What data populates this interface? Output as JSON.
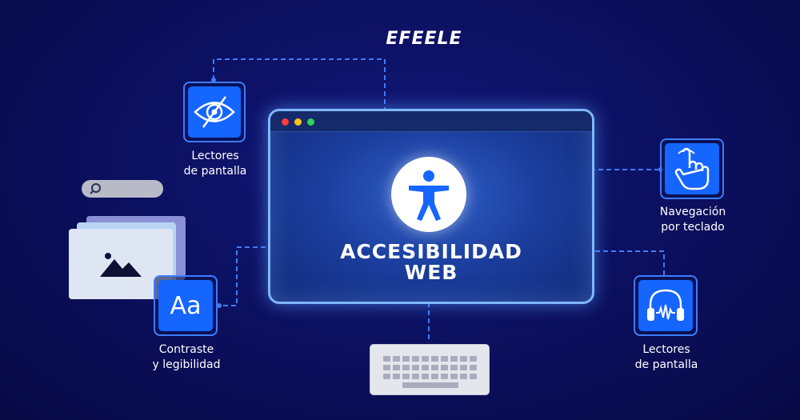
{
  "brand": {
    "logo_text": "EFEELE"
  },
  "center": {
    "title_line1": "ACCESIBILIDAD",
    "title_line2": "WEB",
    "icon": "accessibility-person-icon"
  },
  "nodes": {
    "top_left": {
      "label_line1": "Lectores",
      "label_line2": "de pantalla",
      "icon": "eye-slash-icon"
    },
    "right_top": {
      "label_line1": "Navegación",
      "label_line2": "por teclado",
      "icon": "hand-pointer-icon"
    },
    "left_bottom": {
      "label_line1": "Contraste",
      "label_line2": "y legibilidad",
      "icon_text": "Aa"
    },
    "right_bottom": {
      "label_line1": "Lectores",
      "label_line2": "de pantalla",
      "icon": "headphones-icon"
    }
  },
  "colors": {
    "background": "#0b0f5c",
    "accent": "#1565ff",
    "connector": "#3d7cff",
    "window_border": "#7fb7ff"
  }
}
